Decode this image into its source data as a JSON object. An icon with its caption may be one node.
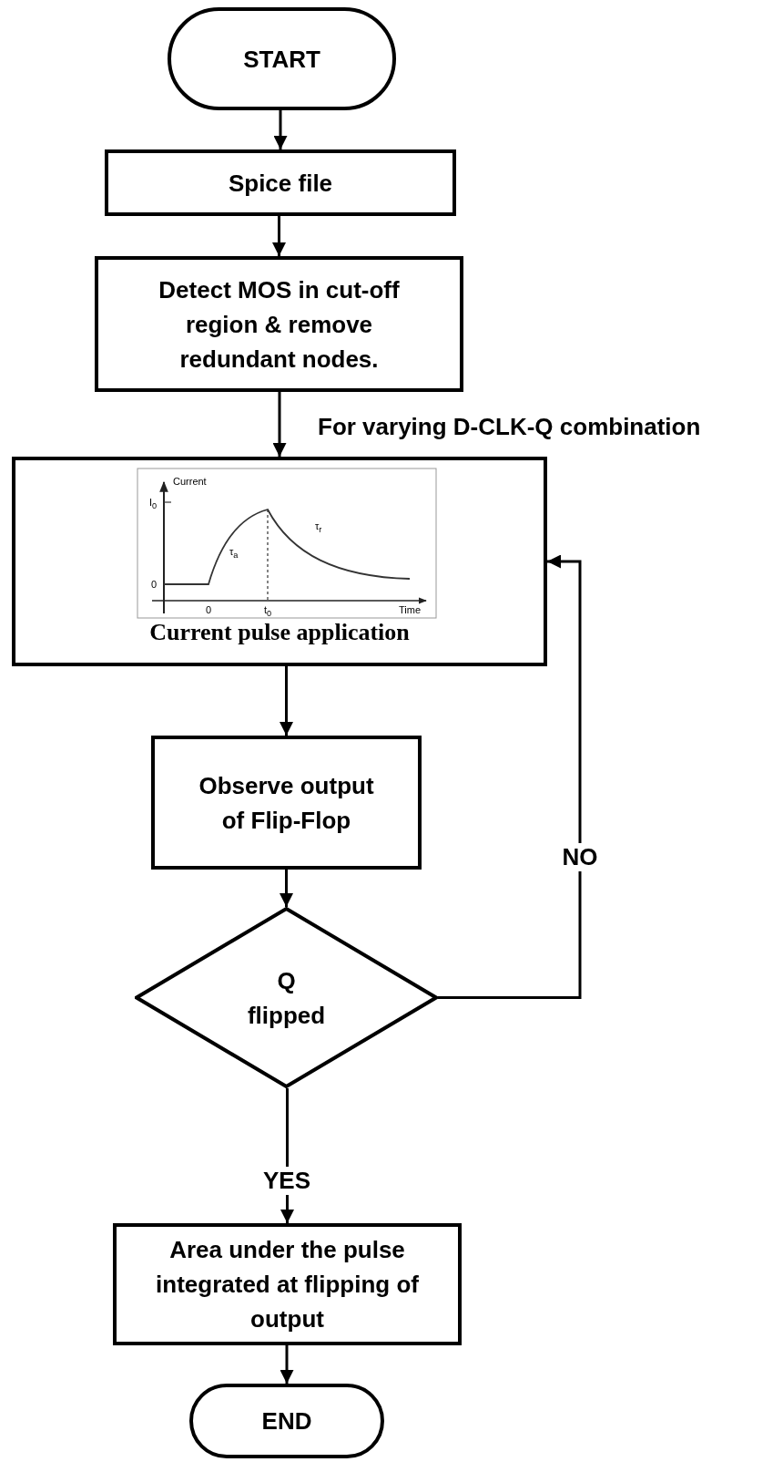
{
  "diagram": {
    "nodes": [
      {
        "text": [
          "START"
        ]
      },
      {
        "text": [
          "Spice file"
        ]
      },
      {
        "text": [
          "Detect MOS in cut-off region & remove redundant nodes."
        ]
      },
      {
        "text": [
          "Current pulse application"
        ]
      },
      {
        "text": [
          "Observe output of Flip-Flop"
        ]
      },
      {
        "text": [
          "Q flipped"
        ]
      },
      {
        "text": [
          "Area under the pulse integrated at flipping of output"
        ]
      },
      {
        "text": [
          "END"
        ]
      }
    ],
    "edges": [
      {
        "from": 0,
        "to": 1,
        "arrow": "to"
      },
      {
        "from": 1,
        "to": 2,
        "arrow": "to"
      },
      {
        "from": 2,
        "to": 3,
        "arrow": "to",
        "label": "For varying D-CLK-Q combination"
      },
      {
        "from": 3,
        "to": 4,
        "arrow": "to"
      },
      {
        "from": 4,
        "to": 5,
        "arrow": "to"
      },
      {
        "from": 5,
        "to": 3,
        "arrow": "to",
        "label": "NO"
      },
      {
        "from": 5,
        "to": 6,
        "arrow": "to",
        "label": "YES"
      },
      {
        "from": 6,
        "to": 7,
        "arrow": "to"
      }
    ],
    "labels": [
      "Current",
      "I$_{0}$",
      "τ$_{a}$",
      "τ$_{r}$",
      "0",
      "0",
      "t$_{0}$",
      "Time"
    ]
  }
}
